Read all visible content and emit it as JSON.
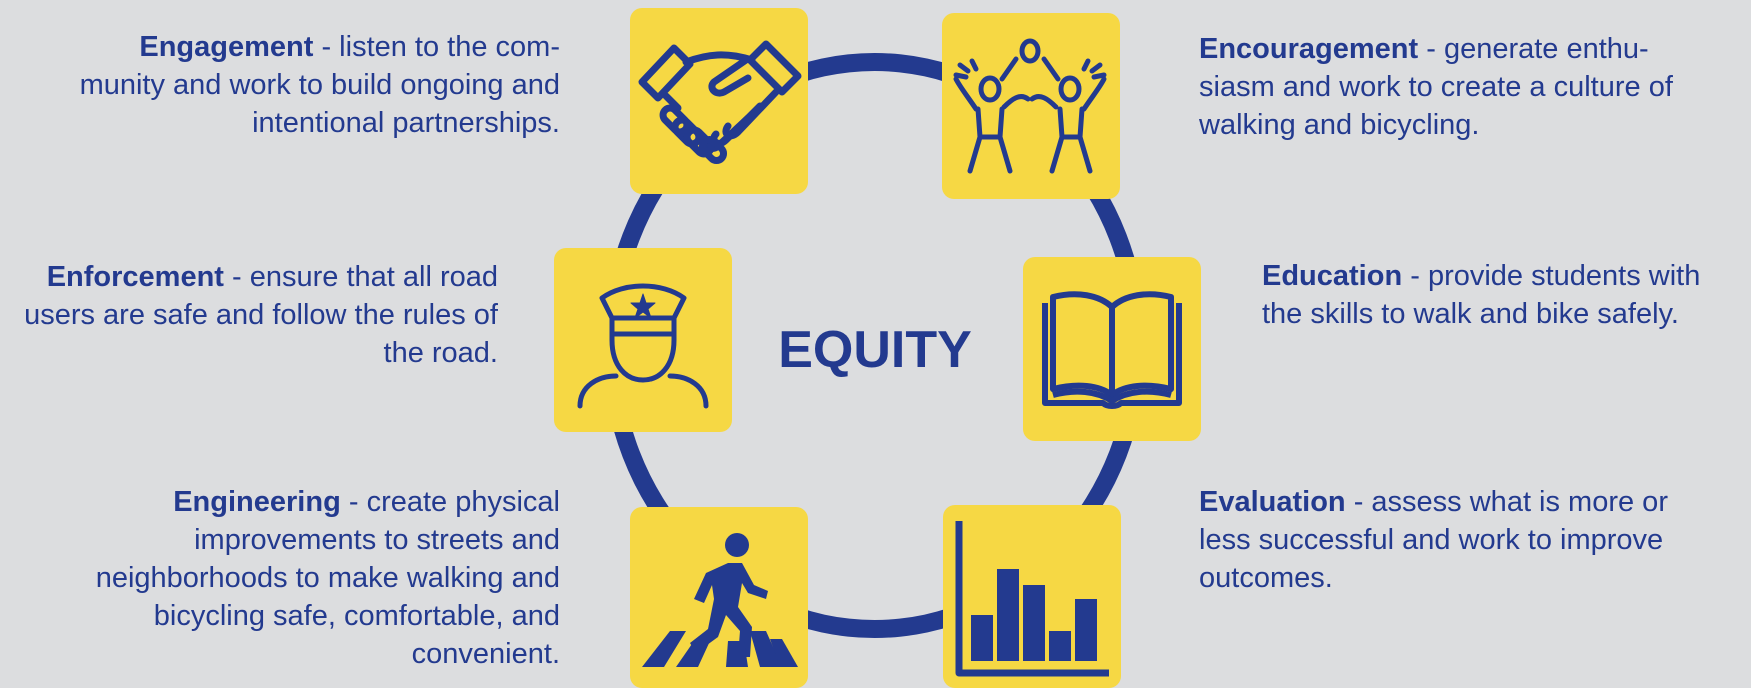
{
  "center": {
    "title": "EQUITY"
  },
  "colors": {
    "navy": "#233a8f",
    "yellow": "#f6d844",
    "background": "#dcdddf"
  },
  "pillars": {
    "engagement": {
      "name": "Engagement",
      "desc": " - listen to the com- munity and work to build ongoing and intentional partnerships.",
      "icon": "handshake-icon"
    },
    "encouragement": {
      "name": "Encouragement",
      "desc": " - generate enthu- siasm and work to create a culture of walking and bicycling.",
      "icon": "cheering-people-icon"
    },
    "enforcement": {
      "name": "Enforcement",
      "desc": " - ensure that all road users are safe and follow the rules of the road.",
      "icon": "police-officer-icon"
    },
    "education": {
      "name": "Education",
      "desc": " - provide students with the skills to walk and bike safely.",
      "icon": "open-book-icon"
    },
    "engineering": {
      "name": "Engineering",
      "desc": " - create physical improvements to streets and neighborhoods to make walking and bicycling safe, comfortable, and convenient.",
      "icon": "pedestrian-crosswalk-icon"
    },
    "evaluation": {
      "name": "Evaluation",
      "desc": " - assess what is more or less successful and work to improve outcomes.",
      "icon": "bar-chart-icon"
    }
  }
}
